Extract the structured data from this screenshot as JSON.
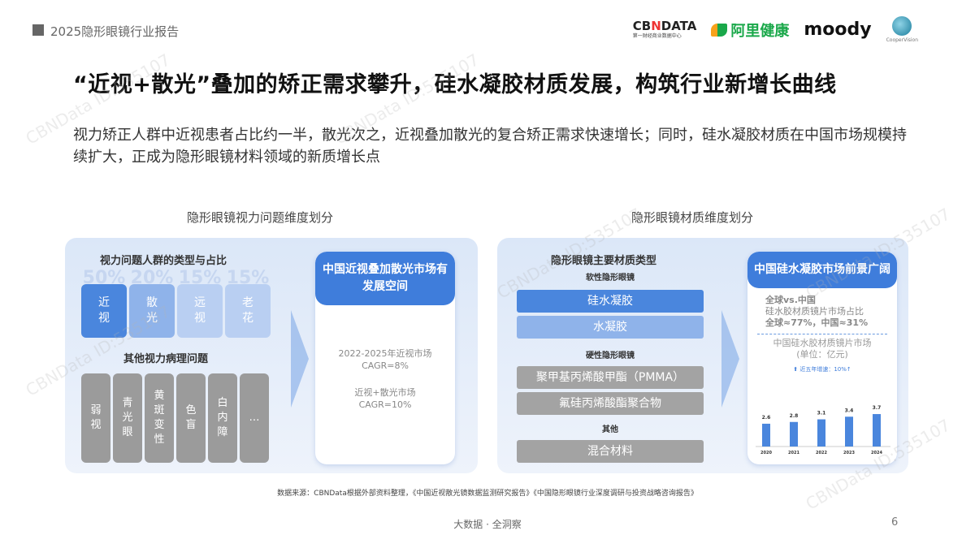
{
  "header": {
    "report_title": "2025隐形眼镜行业报告",
    "logos": [
      "CBNDATA 第一财经商业数据中心",
      "阿里健康",
      "moody",
      "CooperVision"
    ]
  },
  "title": "“近视+散光”叠加的矫正需求攀升，硅水凝胶材质发展，构筑行业新增长曲线",
  "subtitle": "视力矫正人群中近视患者占比约一半，散光次之，近视叠加散光的复合矫正需求快速增长；同时，硅水凝胶材质在中国市场规模持续扩大，正成为隐形眼镜材料领域的新质增长点",
  "left": {
    "section_title": "隐形眼镜视力问题维度划分",
    "types_label": "视力问题人群的类型与占比",
    "types": [
      {
        "pct": "50%",
        "name": "近视",
        "color": "#4a86dd"
      },
      {
        "pct": "20%",
        "name": "散光",
        "color": "#8fb3ea"
      },
      {
        "pct": "15%",
        "name": "远视",
        "color": "#b9cff2"
      },
      {
        "pct": "15%",
        "name": "老花",
        "color": "#b9cff2"
      }
    ],
    "other_label": "其他视力病理问题",
    "others": [
      "弱视",
      "青光眼",
      "黄斑变性",
      "色盲",
      "白内障",
      "…"
    ],
    "card": {
      "title": "中国近视叠加散光市场有发展空间",
      "line1": "2022-2025年近视市场",
      "line2": "CAGR=8%",
      "line3": "近视+散光市场",
      "line4": "CAGR=10%"
    }
  },
  "right": {
    "section_title": "隐形眼镜材质维度划分",
    "types_label": "隐形眼镜主要材质类型",
    "soft_label": "软性隐形眼镜",
    "soft": [
      {
        "name": "硅水凝胶",
        "color": "#4a86dd"
      },
      {
        "name": "水凝胶",
        "color": "#8fb3ea"
      }
    ],
    "hard_label": "硬性隐形眼镜",
    "hard": [
      "聚甲基丙烯酸甲酯（PMMA）",
      "氟硅丙烯酸酯聚合物"
    ],
    "other_label": "其他",
    "other": [
      "混合材料"
    ],
    "card": {
      "title": "中国硅水凝胶市场前景广阔",
      "cmp1": "全球vs.中国",
      "cmp2": "硅水胶材质镜片市场占比",
      "cmp3": "全球≈77%，中国≈31%",
      "chart_title": "中国硅水胶材质镜片市场",
      "chart_unit": "(单位：亿元)",
      "growth": "近五年增速：10%↑"
    }
  },
  "chart_data": {
    "type": "bar",
    "categories": [
      "2020",
      "2021",
      "2022",
      "2023",
      "2024"
    ],
    "values": [
      2.6,
      2.8,
      3.1,
      3.4,
      3.7
    ],
    "title": "中国硅水胶材质镜片市场",
    "ylabel": "(单位：亿元)",
    "color": "#4a86dd"
  },
  "source": "数据来源：CBNData根据外部资料整理，《中国近视散光镜数据监测研究报告》《中国隐形眼镜行业深度调研与投资战略咨询报告》",
  "footer": "大数据 · 全洞察",
  "page": "6",
  "watermark": "CBNData ID:535107"
}
